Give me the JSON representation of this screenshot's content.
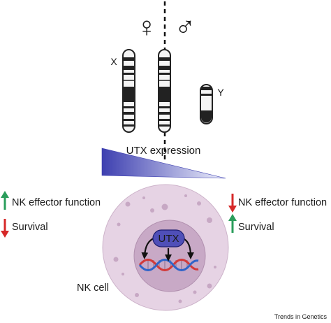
{
  "symbols": {
    "female": "♀",
    "male": "♂"
  },
  "chromosomes": {
    "x_label": "X",
    "y_label": "Y"
  },
  "gradient": {
    "label": "UTX expression",
    "color_dark": "#3d3fb0",
    "color_light": "#eef0fb"
  },
  "left_panel": [
    {
      "arrow": "up",
      "color": "#2a9d5b",
      "text": "NK effector function"
    },
    {
      "arrow": "down",
      "color": "#d62828",
      "text": "Survival"
    }
  ],
  "right_panel": [
    {
      "arrow": "down",
      "color": "#d62828",
      "text": "NK effector function"
    },
    {
      "arrow": "up",
      "color": "#2a9d5b",
      "text": "Survival"
    }
  ],
  "cell": {
    "label": "NK cell",
    "utx_label": "UTX",
    "cytoplasm_color": "#e6d3e4",
    "nucleus_color": "#c8a9c6",
    "utx_fill": "#4f4fb8",
    "dna_red": "#d23a3a",
    "dna_blue": "#2f64c9"
  },
  "credit": "Trends in Genetics"
}
